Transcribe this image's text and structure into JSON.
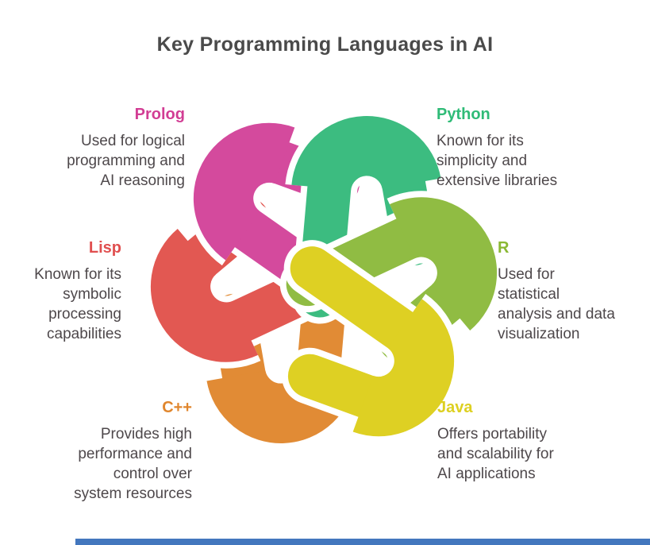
{
  "title": "Key Programming Languages in AI",
  "languages": [
    {
      "id": "prolog",
      "name": "Prolog",
      "label_color": "#d23d94",
      "ribbon_color": "#d44a9d",
      "description": "Used for logical\nprogramming and\nAI reasoning"
    },
    {
      "id": "python",
      "name": "Python",
      "label_color": "#2fbb77",
      "ribbon_color": "#3cbc80",
      "description": "Known for its\nsimplicity and\nextensive libraries"
    },
    {
      "id": "lisp",
      "name": "Lisp",
      "label_color": "#e04f4f",
      "ribbon_color": "#e25852",
      "description": "Known for its\nsymbolic\nprocessing\ncapabilities"
    },
    {
      "id": "r",
      "name": "R",
      "label_color": "#8ab833",
      "ribbon_color": "#90bc43",
      "description": "Used for\nstatistical\nanalysis and data\nvisualization"
    },
    {
      "id": "cpp",
      "name": "C++",
      "label_color": "#e0862d",
      "ribbon_color": "#e18b35",
      "description": "Provides high\nperformance and\ncontrol over\nsystem resources"
    },
    {
      "id": "java",
      "name": "Java",
      "label_color": "#ddd021",
      "ribbon_color": "#ded023",
      "description": "Offers portability\nand scalability for\nAI applications"
    }
  ],
  "title_color": "#4a4a4a",
  "description_color": "#4e484b",
  "footer_bar_color": "#4377be"
}
